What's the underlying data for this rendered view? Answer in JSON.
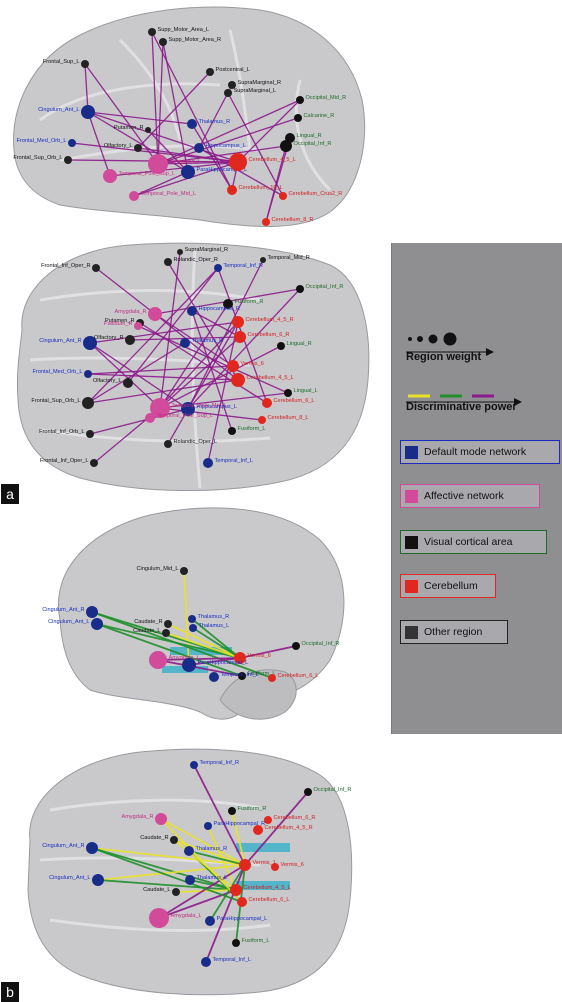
{
  "panels": [
    {
      "tag": "a"
    },
    {
      "tag": "b"
    }
  ],
  "legend": {
    "region_weight": "Region weight",
    "discriminative_power": "Discriminative power",
    "power_colors": [
      "#e8e12a",
      "#1f8f2a",
      "#8c1a8a"
    ],
    "items": [
      {
        "label": "Default mode network",
        "color": "#1a2c8a",
        "border": "#1a2cc0"
      },
      {
        "label": "Affective network",
        "color": "#d24a9a",
        "border": "#d24a9a"
      },
      {
        "label": "Visual cortical area",
        "color": "#111111",
        "border": "#1f6b2a"
      },
      {
        "label": "Cerebellum",
        "color": "#e0281e",
        "border": "#e0281e"
      },
      {
        "label": "Other region",
        "color": "#333333",
        "border": "#222222"
      }
    ]
  },
  "node_colors": {
    "dmn": "#1a2c8a",
    "aff": "#d24a9a",
    "vis": "#111111",
    "cer": "#e0281e",
    "oth": "#222222"
  },
  "label_colors": {
    "dmn": "#1a2cc0",
    "aff": "#c0307e",
    "vis": "#1e6b2a",
    "cer": "#d21e1e",
    "oth": "#111111"
  },
  "brains": [
    {
      "nodes": [
        {
          "id": "Supp_Motor_Area_L",
          "t": "oth"
        },
        {
          "id": "Supp_Motor_Area_R",
          "t": "oth"
        },
        {
          "id": "Postcentral_L",
          "t": "oth"
        },
        {
          "id": "Frontal_Sup_L",
          "t": "oth"
        },
        {
          "id": "SupraMarginal_R",
          "t": "oth"
        },
        {
          "id": "SupraMarginal_L",
          "t": "oth"
        },
        {
          "id": "Occipital_Mid_R",
          "t": "vis"
        },
        {
          "id": "Cingulum_Ant_L",
          "t": "dmn"
        },
        {
          "id": "Putamen_R",
          "t": "oth"
        },
        {
          "id": "Thalamus_R",
          "t": "dmn"
        },
        {
          "id": "Calcarine_R",
          "t": "vis"
        },
        {
          "id": "Lingual_R",
          "t": "vis"
        },
        {
          "id": "Frontal_Med_Orb_L",
          "t": "dmn"
        },
        {
          "id": "Olfactory_L",
          "t": "oth"
        },
        {
          "id": "Hippocampus_L",
          "t": "dmn"
        },
        {
          "id": "Occipital_Inf_R",
          "t": "vis"
        },
        {
          "id": "Frontal_Sup_Orb_L",
          "t": "oth"
        },
        {
          "id": "Temporal_Pole_Sup_L",
          "t": "aff"
        },
        {
          "id": "Amygdala_L",
          "t": "aff"
        },
        {
          "id": "ParaHippocampal_L",
          "t": "dmn"
        },
        {
          "id": "Cerebellum_4_5_L",
          "t": "cer"
        },
        {
          "id": "Temporal_Pole_Mid_L",
          "t": "aff"
        },
        {
          "id": "Cerebellum_10_L",
          "t": "cer"
        },
        {
          "id": "Cerebellum_Crus2_R",
          "t": "cer"
        },
        {
          "id": "Cerebellum_8_R",
          "t": "cer"
        }
      ]
    },
    {
      "nodes": [
        {
          "id": "SupraMarginal_R",
          "t": "oth"
        },
        {
          "id": "Rolandic_Oper_R",
          "t": "oth"
        },
        {
          "id": "Temporal_Mid_R",
          "t": "oth"
        },
        {
          "id": "Frontal_Inf_Oper_R",
          "t": "oth"
        },
        {
          "id": "Temporal_Inf_R",
          "t": "dmn"
        },
        {
          "id": "Occipital_Inf_R",
          "t": "vis"
        },
        {
          "id": "Fusiform_R",
          "t": "vis"
        },
        {
          "id": "Amygdala_R",
          "t": "aff"
        },
        {
          "id": "Hippocampus_R",
          "t": "dmn"
        },
        {
          "id": "Putamen_R",
          "t": "oth"
        },
        {
          "id": "Cerebellum_4_5_R",
          "t": "cer"
        },
        {
          "id": "Pallidum_R",
          "t": "aff"
        },
        {
          "id": "Cingulum_Ant_R",
          "t": "dmn"
        },
        {
          "id": "Olfactory_R",
          "t": "oth"
        },
        {
          "id": "Thalamus_R",
          "t": "dmn"
        },
        {
          "id": "Cerebellum_6_R",
          "t": "cer"
        },
        {
          "id": "Lingual_R",
          "t": "vis"
        },
        {
          "id": "Frontal_Med_Orb_L",
          "t": "dmn"
        },
        {
          "id": "Vermis_6",
          "t": "cer"
        },
        {
          "id": "Olfactory_L",
          "t": "oth"
        },
        {
          "id": "Cerebellum_4_5_L",
          "t": "cer"
        },
        {
          "id": "Frontal_Sup_Orb_L",
          "t": "oth"
        },
        {
          "id": "Lingual_L",
          "t": "vis"
        },
        {
          "id": "Cerebellum_6_L",
          "t": "cer"
        },
        {
          "id": "Hippocampus_L",
          "t": "dmn"
        },
        {
          "id": "Cerebellum_8_L",
          "t": "cer"
        },
        {
          "id": "Temporal_Pole_Mid_L",
          "t": "aff"
        },
        {
          "id": "Temporal_Pole_Sup_L",
          "t": "aff"
        },
        {
          "id": "Fusiform_L",
          "t": "vis"
        },
        {
          "id": "Frontal_Inf_Orb_L",
          "t": "oth"
        },
        {
          "id": "Rolandic_Oper_L",
          "t": "oth"
        },
        {
          "id": "Frontal_Inf_Oper_L",
          "t": "oth"
        },
        {
          "id": "Temporal_Inf_L",
          "t": "dmn"
        }
      ]
    },
    {
      "nodes": [
        {
          "id": "Cingulum_Mid_L",
          "t": "oth"
        },
        {
          "id": "Cingulum_Ant_R",
          "t": "dmn"
        },
        {
          "id": "Caudate_R",
          "t": "oth"
        },
        {
          "id": "Caudate_L",
          "t": "oth"
        },
        {
          "id": "Thalamus_R",
          "t": "dmn"
        },
        {
          "id": "Thalamus_L",
          "t": "dmn"
        },
        {
          "id": "Cingulum_Ant_L",
          "t": "dmn"
        },
        {
          "id": "Occipital_Inf_R",
          "t": "vis"
        },
        {
          "id": "Amygdala_L",
          "t": "aff"
        },
        {
          "id": "Vermis_6",
          "t": "cer"
        },
        {
          "id": "ParaHippocampal_L",
          "t": "dmn"
        },
        {
          "id": "Fusiform_L",
          "t": "vis"
        },
        {
          "id": "Temporal_Inf_L",
          "t": "dmn"
        },
        {
          "id": "Cerebellum_6_L",
          "t": "cer"
        }
      ]
    },
    {
      "nodes": [
        {
          "id": "Temporal_Inf_R",
          "t": "dmn"
        },
        {
          "id": "Occipital_Inf_R",
          "t": "vis"
        },
        {
          "id": "Fusiform_R",
          "t": "vis"
        },
        {
          "id": "Amygdala_R",
          "t": "aff"
        },
        {
          "id": "ParaHippocampal_R",
          "t": "dmn"
        },
        {
          "id": "Cerebellum_6_R",
          "t": "cer"
        },
        {
          "id": "Cerebellum_4_5_R",
          "t": "cer"
        },
        {
          "id": "Caudate_R",
          "t": "oth"
        },
        {
          "id": "Cingulum_Ant_R",
          "t": "dmn"
        },
        {
          "id": "Thalamus_R",
          "t": "dmn"
        },
        {
          "id": "Vermis_1",
          "t": "cer"
        },
        {
          "id": "Vermis_6",
          "t": "cer"
        },
        {
          "id": "Cingulum_Ant_L",
          "t": "dmn"
        },
        {
          "id": "Thalamus_L",
          "t": "dmn"
        },
        {
          "id": "Caudate_L",
          "t": "oth"
        },
        {
          "id": "Cerebellum_4_5_L",
          "t": "cer"
        },
        {
          "id": "Cerebellum_6_L",
          "t": "cer"
        },
        {
          "id": "Amygdala_L",
          "t": "aff"
        },
        {
          "id": "ParaHippocampal_L",
          "t": "dmn"
        },
        {
          "id": "Fusiform_L",
          "t": "vis"
        },
        {
          "id": "Temporal_Inf_L",
          "t": "dmn"
        }
      ]
    }
  ]
}
